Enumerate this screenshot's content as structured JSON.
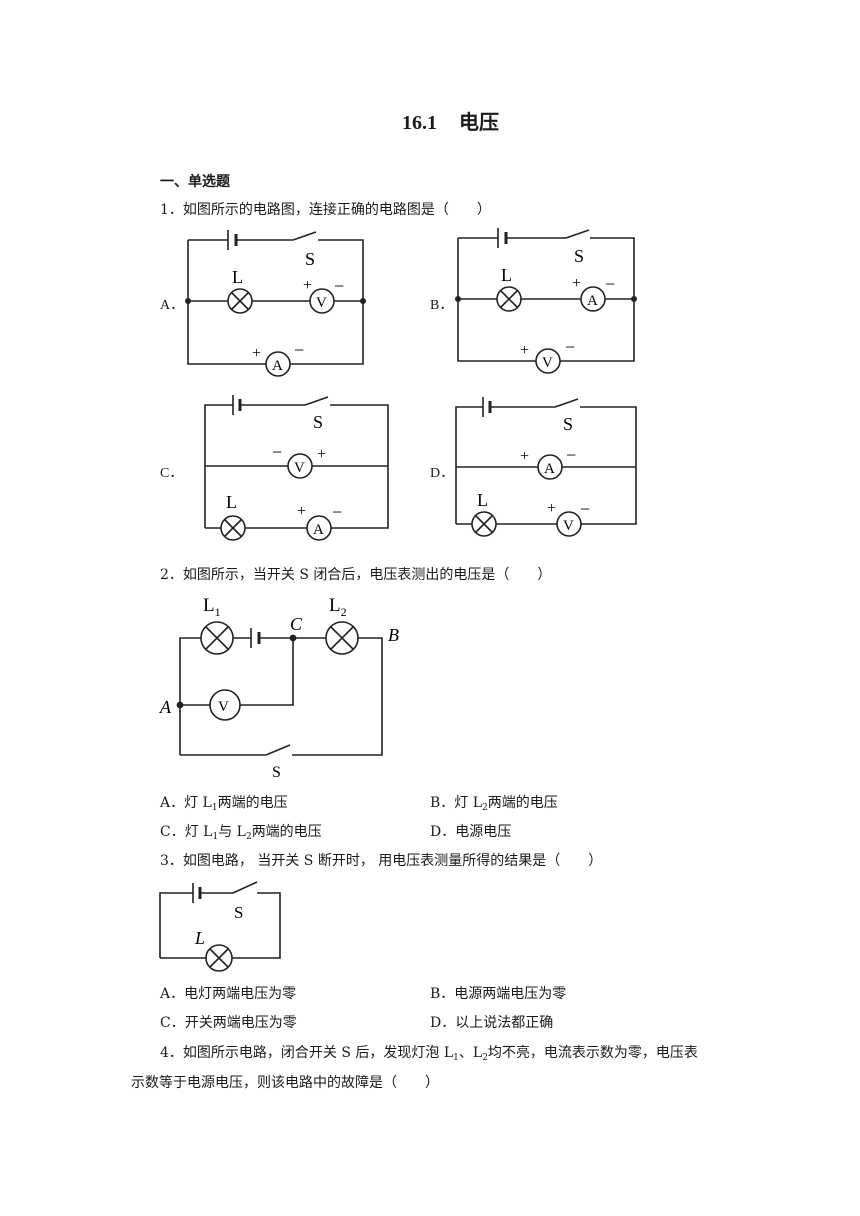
{
  "title": {
    "number": "16.1",
    "text": "电压"
  },
  "section": "一、单选题",
  "q1": {
    "stem": "1．如图所示的电路图，连接正确的电路图是（　　）",
    "options": [
      "A．",
      "B．",
      "C．",
      "D．"
    ],
    "labels": {
      "switch": "S",
      "lamp": "L",
      "ammeter": "A",
      "voltmeter": "V",
      "plus": "+",
      "minus": "−"
    }
  },
  "q2": {
    "stem": "2．如图所示，当开关 S 闭合后，电压表测出的电压是（　　）",
    "figure": {
      "l1": "L",
      "l1_sub": "1",
      "l2": "L",
      "l2_sub": "2",
      "c": "C",
      "b": "B",
      "a": "A",
      "v": "V",
      "s": "S"
    },
    "options": {
      "a": {
        "pre": "A．灯 L",
        "sub": "1",
        "post": "两端的电压"
      },
      "b": {
        "pre": "B．灯 L",
        "sub": "2",
        "post": "两端的电压"
      },
      "c": {
        "pre": "C．灯 L",
        "sub": "1",
        "mid": "与 L",
        "sub2": "2",
        "post": "两端的电压"
      },
      "d": {
        "text": "D．电源电压"
      }
    }
  },
  "q3": {
    "stem": "3．如图电路，  当开关 S  断开时，  用电压表测量所得的结果是（　　）",
    "figure": {
      "s": "S",
      "l": "L"
    },
    "options": {
      "a": "A．电灯两端电压为零",
      "b": "B．电源两端电压为零",
      "c": "C．开关两端电压为零",
      "d": "D．以上说法都正确"
    }
  },
  "q4": {
    "pre": "4．如图所示电路，闭合开关 S 后，发现灯泡 L",
    "sub1": "1",
    "mid": "、L",
    "sub2": "2",
    "post": "均不亮，电流表示数为零，电压表",
    "line2": "示数等于电源电压，则该电路中的故障是（　　）"
  }
}
